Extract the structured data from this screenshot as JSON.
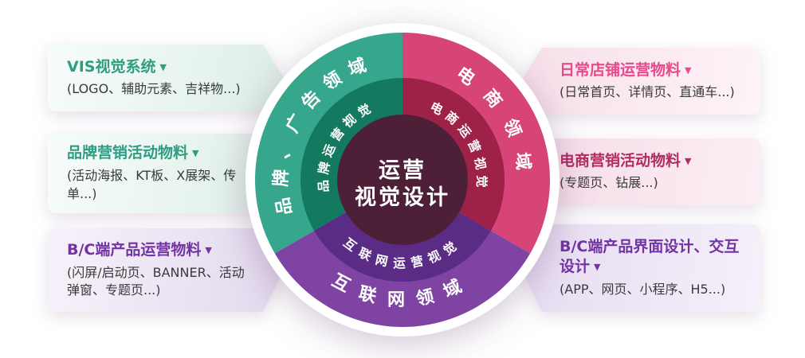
{
  "page": {
    "title": "运营视觉设计"
  },
  "palette": {
    "segment_teal": "#36a78c",
    "segment_pink": "#d64478",
    "segment_purple": "#7f44a3",
    "inner_teal": "#147a5f",
    "inner_crimson": "#9e2148",
    "inner_purple": "#5b2c86",
    "center_bg": "#4e2038",
    "halo": "#ffffff",
    "title_teal": "#2e9d81",
    "title_purple": "#7333a3",
    "title_pink": "#e8498a",
    "title_crimson": "#b12d60"
  },
  "diagram": {
    "center_title_line1": "运营",
    "center_title_line2": "视觉设计",
    "segments": [
      {
        "name": "brand-advertising",
        "outer_label": "品牌、广告领域",
        "inner_label": "品牌运营视觉"
      },
      {
        "name": "ecommerce",
        "outer_label": "电商领域",
        "inner_label": "电商运营视觉"
      },
      {
        "name": "internet",
        "outer_label": "互联网领域",
        "inner_label": "互联网运营视觉"
      }
    ]
  },
  "boxes": {
    "left": [
      {
        "title": "VIS视觉系统",
        "desc": "(LOGO、辅助元素、吉祥物...)"
      },
      {
        "title": "品牌营销活动物料",
        "desc": "(活动海报、KT板、X展架、传单...)"
      },
      {
        "title": "B/C端产品运营物料",
        "desc": "(闪屏/启动页、BANNER、活动弹窗、专题页...)"
      }
    ],
    "right": [
      {
        "title": "日常店铺运营物料",
        "desc": "(日常首页、详情页、直通车...)"
      },
      {
        "title": "电商营销活动物料",
        "desc": "(专题页、钻展...)"
      },
      {
        "title": "B/C端产品界面设计、交互设计",
        "desc": "(APP、网页、小程序、H5...)"
      }
    ]
  },
  "ui": {
    "caret": "▼"
  }
}
